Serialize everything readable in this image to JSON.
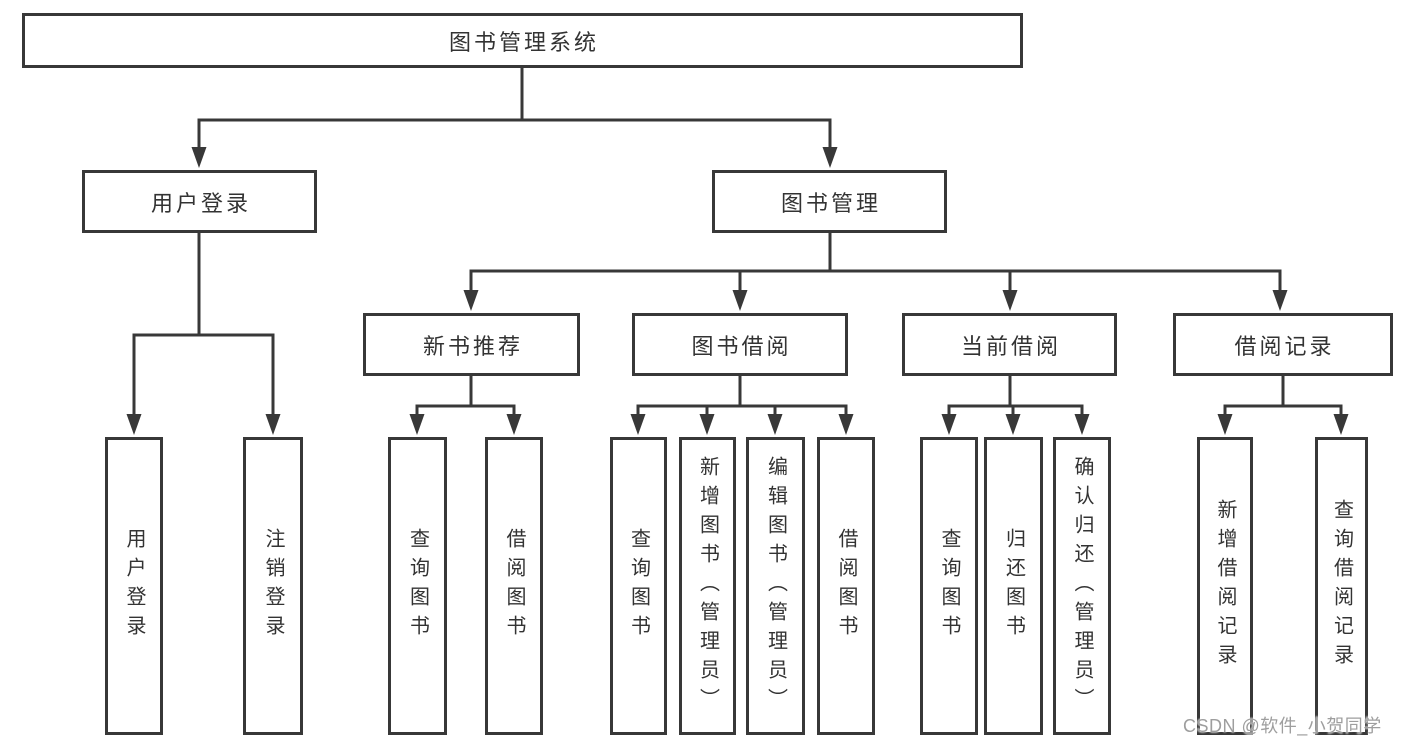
{
  "diagram": {
    "title": "图书管理系统",
    "background_color": "#ffffff",
    "line_color": "#383838",
    "text_color": "#333333",
    "watermark": {
      "text": "CSDN @软件_小贺同学",
      "color": "#9e9e9e"
    },
    "nodes": {
      "root": {
        "label": "图书管理系统",
        "children": [
          "user_login",
          "book_mgmt"
        ]
      },
      "user_login": {
        "label": "用户登录",
        "children": [
          "leaf_user_login",
          "leaf_logout"
        ]
      },
      "book_mgmt": {
        "label": "图书管理",
        "children": [
          "new_book_rec",
          "book_borrow",
          "current_borrow",
          "borrow_records"
        ]
      },
      "new_book_rec": {
        "label": "新书推荐",
        "children": [
          "leaf_query_book_1",
          "leaf_borrow_book_1"
        ]
      },
      "book_borrow": {
        "label": "图书借阅",
        "children": [
          "leaf_query_book_2",
          "leaf_add_book",
          "leaf_edit_book",
          "leaf_borrow_book_2"
        ]
      },
      "current_borrow": {
        "label": "当前借阅",
        "children": [
          "leaf_query_book_3",
          "leaf_return_book",
          "leaf_confirm_return"
        ]
      },
      "borrow_records": {
        "label": "借阅记录",
        "children": [
          "leaf_add_record",
          "leaf_query_record"
        ]
      },
      "leaf_user_login": {
        "label": "用户登录"
      },
      "leaf_logout": {
        "label": "注销登录"
      },
      "leaf_query_book_1": {
        "label": "查询图书"
      },
      "leaf_borrow_book_1": {
        "label": "借阅图书"
      },
      "leaf_query_book_2": {
        "label": "查询图书"
      },
      "leaf_add_book": {
        "label": "新增图书（管理员）"
      },
      "leaf_edit_book": {
        "label": "编辑图书（管理员）"
      },
      "leaf_borrow_book_2": {
        "label": "借阅图书"
      },
      "leaf_query_book_3": {
        "label": "查询图书"
      },
      "leaf_return_book": {
        "label": "归还图书"
      },
      "leaf_confirm_return": {
        "label": "确认归还（管理员）"
      },
      "leaf_add_record": {
        "label": "新增借阅记录"
      },
      "leaf_query_record": {
        "label": "查询借阅记录"
      }
    }
  }
}
